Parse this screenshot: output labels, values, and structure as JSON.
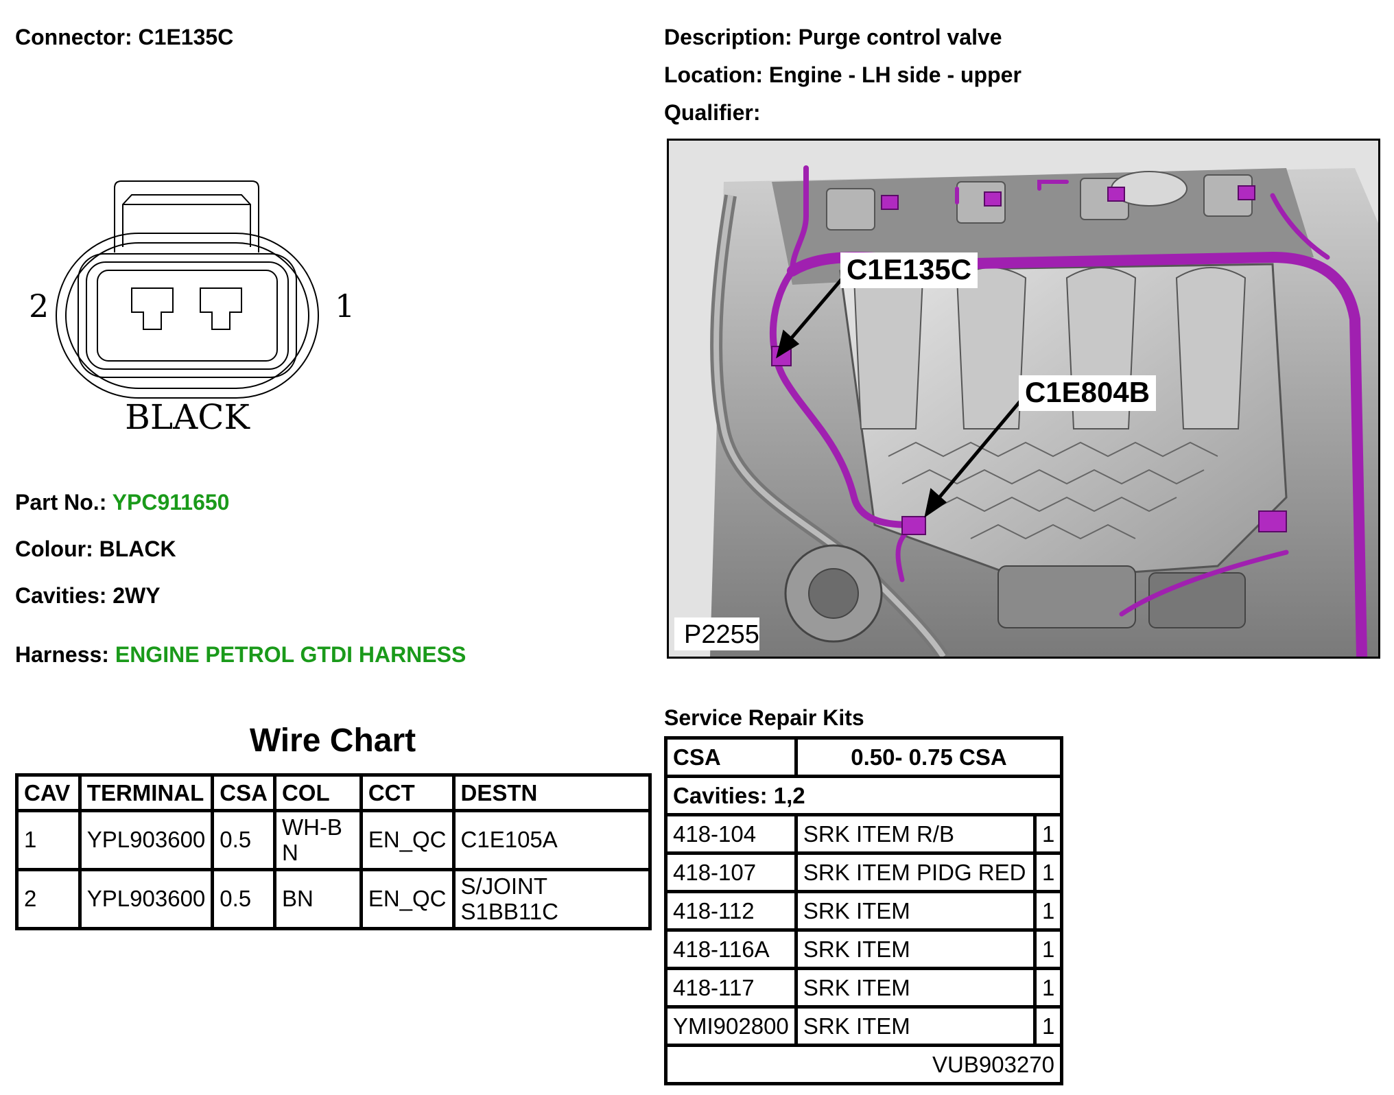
{
  "connector": {
    "label": "Connector:",
    "value": "C1E135C"
  },
  "description": {
    "label": "Description:",
    "value": "Purge control valve"
  },
  "location": {
    "label": "Location:",
    "value": "Engine - LH side - upper"
  },
  "qualifier": {
    "label": "Qualifier:",
    "value": ""
  },
  "drawing": {
    "pin_left": "2",
    "pin_right": "1",
    "colour_text": "BLACK"
  },
  "part_no": {
    "label": "Part No.:",
    "value": "YPC911650",
    "value_color": "#1a9a1a"
  },
  "colour": {
    "label": "Colour:",
    "value": "BLACK"
  },
  "cavities": {
    "label": "Cavities:",
    "value": "2WY"
  },
  "harness": {
    "label": "Harness:",
    "value": "ENGINE PETROL GTDI HARNESS",
    "value_color": "#1a9a1a"
  },
  "photo": {
    "callout_1": "C1E135C",
    "callout_2": "C1E804B",
    "ref": "P2255",
    "harness_color": "#a020b0"
  },
  "wire_chart": {
    "title": "Wire Chart",
    "headers": [
      "CAV",
      "TERMINAL",
      "CSA",
      "COL",
      "CCT",
      "DESTN"
    ],
    "rows": [
      {
        "cav": "1",
        "terminal": "YPL903600",
        "csa": "0.5",
        "col": "WH-BN",
        "cct": "EN_QC",
        "destn": "C1E105A"
      },
      {
        "cav": "2",
        "terminal": "YPL903600",
        "csa": "0.5",
        "col": "BN",
        "cct": "EN_QC",
        "destn": "S/JOINT S1BB11C"
      }
    ]
  },
  "service_repair_kits": {
    "title": "Service Repair Kits",
    "csa_label": "CSA",
    "csa_value": "0.50- 0.75 CSA",
    "cavities": "Cavities: 1,2",
    "items": [
      {
        "code": "418-104",
        "name": "SRK ITEM R/B",
        "qty": "1"
      },
      {
        "code": "418-107",
        "name": "SRK ITEM PIDG RED",
        "qty": "1"
      },
      {
        "code": "418-112",
        "name": "SRK ITEM",
        "qty": "1"
      },
      {
        "code": "418-116A",
        "name": "SRK ITEM",
        "qty": "1"
      },
      {
        "code": "418-117",
        "name": "SRK ITEM",
        "qty": "1"
      },
      {
        "code": "YMI902800",
        "name": "SRK ITEM",
        "qty": "1"
      }
    ],
    "footer": "VUB903270"
  }
}
